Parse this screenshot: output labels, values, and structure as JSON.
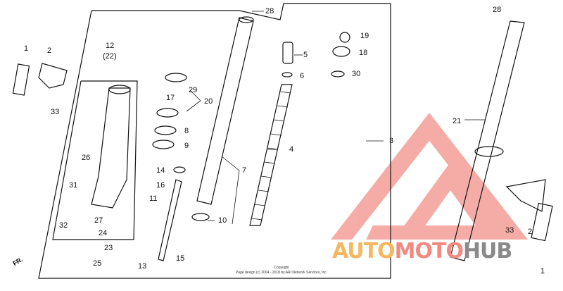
{
  "diagram": {
    "callouts": {
      "c1a": "1",
      "c2a": "2",
      "c33a": "33",
      "c12": "12",
      "c22": "(22)",
      "c17": "17",
      "c29": "29",
      "c20": "20",
      "c8": "8",
      "c9": "9",
      "c26": "26",
      "c31": "31",
      "c14": "14",
      "c16": "16",
      "c11": "11",
      "c27": "27",
      "c32": "32",
      "c24": "24",
      "c23": "23",
      "c25": "25",
      "c13": "13",
      "c15": "15",
      "c28a": "28",
      "c5": "5",
      "c6": "6",
      "c4": "4",
      "c7": "7",
      "c10": "10",
      "c19": "19",
      "c18": "18",
      "c30": "30",
      "c3": "3",
      "c28b": "28",
      "c21": "21",
      "c33b": "33",
      "c2b": "2",
      "c1b": "1"
    },
    "direction_label": "FR.",
    "copyright_title": "Copyright",
    "copyright_text": "Page design (c) 2004 - 2018 by ARI Network Services, Inc."
  },
  "watermark": {
    "part1": "AUTO",
    "part2": "MOTO",
    "part3": "HUB",
    "colors": {
      "logo": "#f08078",
      "auto": "#f5b860",
      "moto": "#f08078",
      "hub": "#8a8a8a"
    }
  }
}
